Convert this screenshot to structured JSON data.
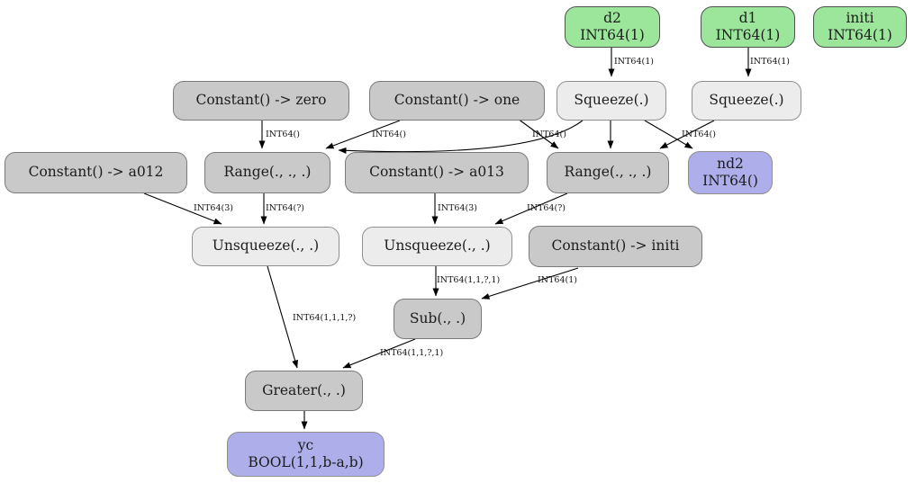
{
  "nodes": {
    "d2": {
      "name": "d2",
      "dtype": "INT64(1)"
    },
    "d1": {
      "name": "d1",
      "dtype": "INT64(1)"
    },
    "initi": {
      "name": "initi",
      "dtype": "INT64(1)"
    },
    "const_zero": {
      "label": "Constant() -> zero"
    },
    "const_one": {
      "label": "Constant() -> one"
    },
    "squeeze1": {
      "label": "Squeeze(.)"
    },
    "squeeze2": {
      "label": "Squeeze(.)"
    },
    "const_a012": {
      "label": "Constant() -> a012"
    },
    "range1": {
      "label": "Range(., ., .)"
    },
    "const_a013": {
      "label": "Constant() -> a013"
    },
    "range2": {
      "label": "Range(., ., .)"
    },
    "nd2": {
      "name": "nd2",
      "dtype": "INT64()"
    },
    "unsqueeze1": {
      "label": "Unsqueeze(., .)"
    },
    "unsqueeze2": {
      "label": "Unsqueeze(., .)"
    },
    "const_initi": {
      "label": "Constant() -> initi"
    },
    "sub": {
      "label": "Sub(., .)"
    },
    "greater": {
      "label": "Greater(., .)"
    },
    "yc": {
      "name": "yc",
      "dtype": "BOOL(1,1,b-a,b)"
    }
  },
  "edge_labels": [
    "INT64(1)",
    "INT64(1)",
    "INT64()",
    "INT64()",
    "INT64()",
    "INT64()",
    "INT64(3)",
    "INT64(?)",
    "INT64(3)",
    "INT64(?)",
    "INT64(1,1,?,1)",
    "INT64(1)",
    "INT64(1,1,1,?)",
    "INT64(1,1,?,1)"
  ],
  "colors": {
    "input": "#9ce69c",
    "output": "#aeaeea",
    "op_dark": "#c9c9c9",
    "op_light": "#ececec"
  }
}
